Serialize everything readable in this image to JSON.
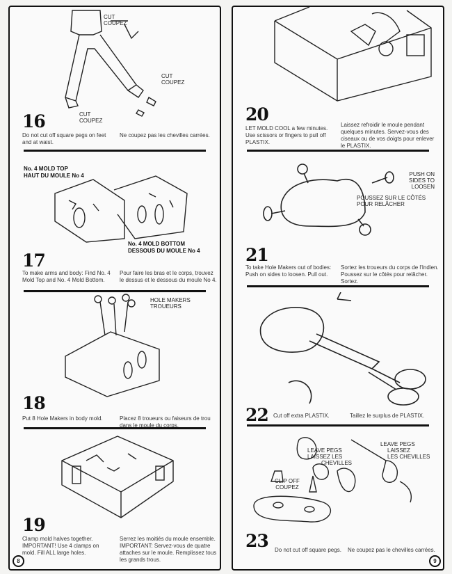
{
  "left_page": {
    "page_number": "8",
    "step16": {
      "number": "16",
      "labels": [
        "CUT\nCOUPEZ",
        "CUT\nCOUPEZ",
        "CUT\nCOUPEZ"
      ],
      "label_cut": "CUT",
      "label_coupez": "COUPEZ",
      "text_en": "Do not cut off square pegs on feet and at waist.",
      "text_fr": "Ne coupez pas les chevilles carrées."
    },
    "step17": {
      "number": "17",
      "top_label_1": "No. 4 MOLD TOP",
      "top_label_2": "HAUT DU MOULE No 4",
      "bottom_label_1": "No. 4 MOLD BOTTOM",
      "bottom_label_2": "DESSOUS DU MOULE No 4",
      "text_en": "To make arms and body: Find No. 4 Mold Top and No. 4 Mold Bottom.",
      "text_fr": "Pour faire les bras et le corps, trouvez le dessus et le dessous du moule No 4."
    },
    "step18": {
      "number": "18",
      "label_1": "HOLE MAKERS",
      "label_2": "TROUEURS",
      "text_en": "Put 8 Hole Makers in body mold.",
      "text_fr": "Placez 8 troueurs ou faiseurs de trou dans le moule du corps."
    },
    "step19": {
      "number": "19",
      "text_en": "Clamp mold halves together. IMPORTANT! Use 4 clamps on mold. Fill ALL large holes.",
      "text_fr": "Serrez les moitiés du moule ensemble. IMPORTANT: Servez-vous de quatre attaches sur le moule. Remplissez tous les grands trous."
    }
  },
  "right_page": {
    "page_number": "9",
    "step20": {
      "number": "20",
      "text_en": "LET MOLD COOL a few minutes. Use scissors or fingers to pull off PLASTIX.",
      "text_fr": "Laissez refroidir le moule pendant quelques minutes. Servez-vous des ciseaux ou de vos doigts pour enlever le PLASTIX."
    },
    "step21": {
      "number": "21",
      "label_1": "PUSH ON",
      "label_2": "SIDES TO",
      "label_3": "LOOSEN",
      "label_fr_1": "POUSSEZ SUR LE CÔTÉS",
      "label_fr_2": "POUR RELÂCHER",
      "text_en": "To take Hole Makers out of bodies: Push on sides to loosen. Pull out.",
      "text_fr": "Sortez les troueurs du corps de l'Indien. Poussez sur le côtés pour relâcher. Sortez."
    },
    "step22": {
      "number": "22",
      "text_en": "Cut off extra PLASTIX.",
      "text_fr": "Taillez le surplus de PLASTIX."
    },
    "step23": {
      "number": "23",
      "leave_1": "LEAVE PEGS",
      "leave_2": "LAISSEZ LES",
      "leave_3": "CHEVILLES",
      "leave_b1": "LEAVE PEGS",
      "leave_b2": "LAISSEZ",
      "leave_b3": "LES CHEVILLES",
      "clip_1": "CLIP OFF",
      "clip_2": "COUPEZ",
      "text_en": "Do not cut off square pegs.",
      "text_fr": "Ne coupez pas le chevilles carrées."
    }
  }
}
